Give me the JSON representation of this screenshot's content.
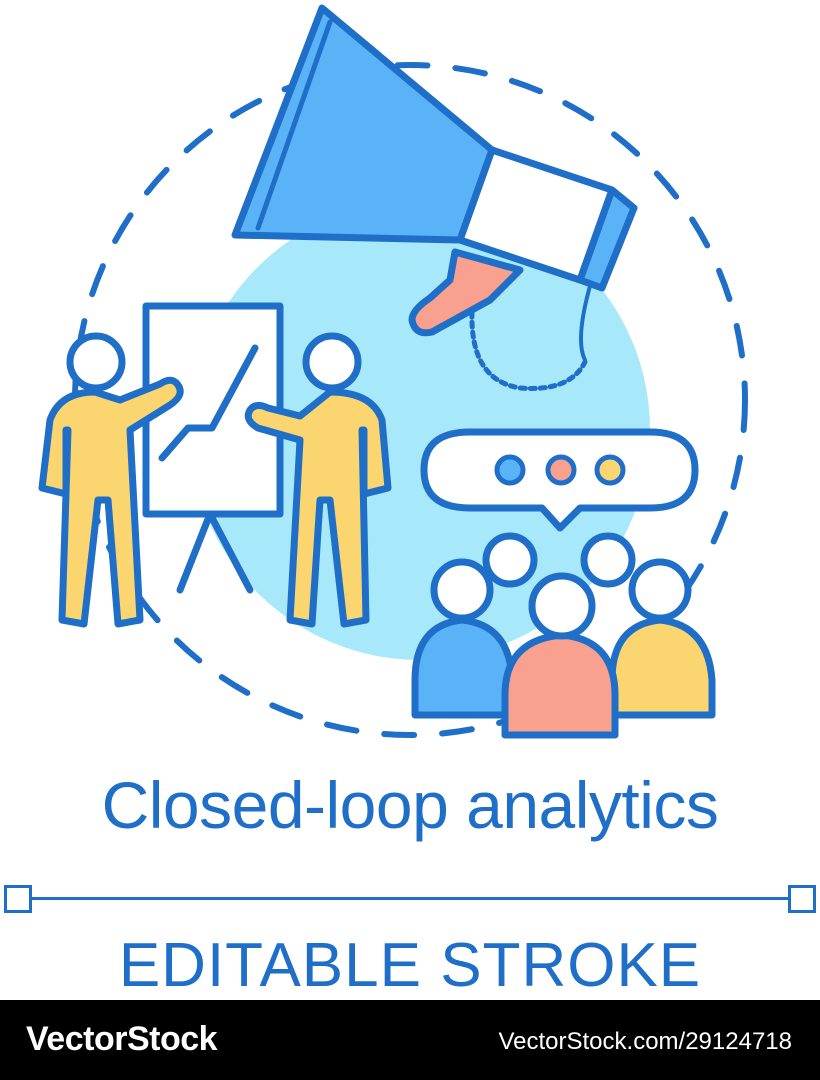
{
  "title": "Closed-loop analytics",
  "subtitle": "EDITABLE STROKE",
  "footer": {
    "brand": "VectorStock",
    "image_id": "VectorStock.com/29124718"
  },
  "colors": {
    "stroke": "#1f6fc9",
    "circle_fill": "#a8e8fb",
    "megaphone": "#5bb3f7",
    "person_yellow": "#fad570",
    "person_pink": "#f9a08e",
    "person_blue": "#5bb3f7"
  }
}
